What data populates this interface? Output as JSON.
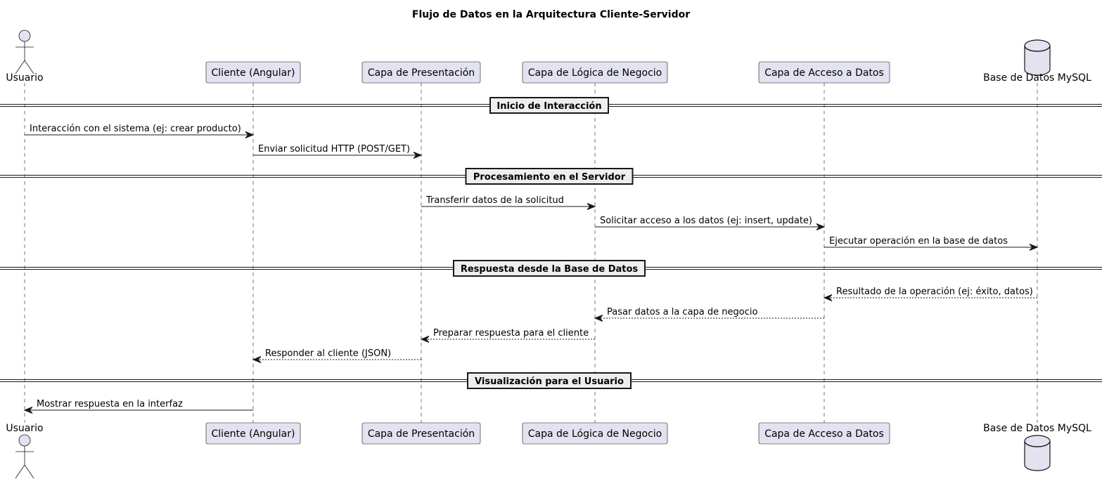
{
  "title": "Flujo de Datos en la Arquitectura Cliente-Servidor",
  "colors": {
    "participant_fill": "#E2E2F0",
    "participant_border": "#181818",
    "divider_box_fill": "#EEEEEE",
    "line": "#181818",
    "lifeline": "#181818",
    "background": "#FFFFFF"
  },
  "participants": [
    {
      "id": "usuario",
      "label": "Usuario",
      "kind": "actor",
      "icon": "actor-icon"
    },
    {
      "id": "cliente",
      "label": "Cliente (Angular)",
      "kind": "participant"
    },
    {
      "id": "presentacion",
      "label": "Capa de Presentación",
      "kind": "participant"
    },
    {
      "id": "negocio",
      "label": "Capa de Lógica de Negocio",
      "kind": "participant"
    },
    {
      "id": "acceso",
      "label": "Capa de Acceso a Datos",
      "kind": "participant"
    },
    {
      "id": "bd",
      "label": "Base de Datos MySQL",
      "kind": "database",
      "icon": "database-icon"
    }
  ],
  "steps": [
    {
      "type": "divider",
      "label": "Inicio de Interacción"
    },
    {
      "type": "message",
      "from": "usuario",
      "to": "cliente",
      "label": "Interacción con el sistema (ej: crear producto)",
      "style": "solid"
    },
    {
      "type": "message",
      "from": "cliente",
      "to": "presentacion",
      "label": "Enviar solicitud HTTP (POST/GET)",
      "style": "solid"
    },
    {
      "type": "divider",
      "label": "Procesamiento en el Servidor"
    },
    {
      "type": "message",
      "from": "presentacion",
      "to": "negocio",
      "label": "Transferir datos de la solicitud",
      "style": "solid"
    },
    {
      "type": "message",
      "from": "negocio",
      "to": "acceso",
      "label": "Solicitar acceso a los datos (ej: insert, update)",
      "style": "solid"
    },
    {
      "type": "message",
      "from": "acceso",
      "to": "bd",
      "label": "Ejecutar operación en la base de datos",
      "style": "solid"
    },
    {
      "type": "divider",
      "label": "Respuesta desde la Base de Datos"
    },
    {
      "type": "message",
      "from": "bd",
      "to": "acceso",
      "label": "Resultado de la operación (ej: éxito, datos)",
      "style": "dashed"
    },
    {
      "type": "message",
      "from": "acceso",
      "to": "negocio",
      "label": "Pasar datos a la capa de negocio",
      "style": "dashed"
    },
    {
      "type": "message",
      "from": "negocio",
      "to": "presentacion",
      "label": "Preparar respuesta para el cliente",
      "style": "dashed"
    },
    {
      "type": "message",
      "from": "presentacion",
      "to": "cliente",
      "label": "Responder al cliente (JSON)",
      "style": "dashed"
    },
    {
      "type": "divider",
      "label": "Visualización para el Usuario"
    },
    {
      "type": "message",
      "from": "cliente",
      "to": "usuario",
      "label": "Mostrar respuesta en la interfaz",
      "style": "solid"
    }
  ]
}
